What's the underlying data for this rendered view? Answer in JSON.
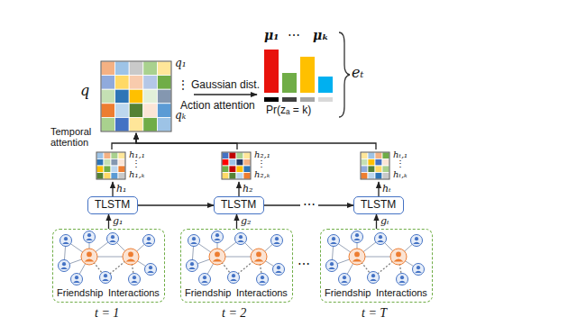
{
  "diagram": {
    "nodes": [
      {
        "text": [
          "q",
          "q₁",
          "⋮",
          "qₖ"
        ]
      },
      {
        "text": [
          "μ₁",
          "⋯",
          "μₖ",
          "Pr(zₐ = k)",
          "eₜ"
        ]
      },
      {
        "text": [
          "h₁,₁",
          "⋮",
          "h₁,ₖ"
        ]
      },
      {
        "text": [
          "h₂,₁",
          "⋮",
          "h₂,ₖ"
        ]
      },
      {
        "text": [
          "hₜ,₁",
          "⋮",
          "hₜ,ₖ"
        ]
      },
      {
        "text": [
          "TLSTM"
        ]
      },
      {
        "text": [
          "TLSTM"
        ]
      },
      {
        "text": [
          "TLSTM"
        ]
      },
      {
        "text": [
          "Friendship",
          "Interactions"
        ]
      },
      {
        "text": [
          "Friendship",
          "Interactions"
        ]
      },
      {
        "text": [
          "Friendship",
          "Interactions"
        ]
      }
    ],
    "edges": [
      {
        "from": 8,
        "to": 5,
        "arrow": "to",
        "label": "g₁"
      },
      {
        "from": 9,
        "to": 6,
        "arrow": "to",
        "label": "g₂"
      },
      {
        "from": 10,
        "to": 7,
        "arrow": "to",
        "label": "gₜ"
      },
      {
        "from": 5,
        "to": 6,
        "arrow": "to"
      },
      {
        "from": 6,
        "to": 7,
        "arrow": "to",
        "label": "⋯"
      },
      {
        "from": 5,
        "to": 2,
        "arrow": "to",
        "label": "h₁"
      },
      {
        "from": 6,
        "to": 3,
        "arrow": "to",
        "label": "h₂"
      },
      {
        "from": 7,
        "to": 4,
        "arrow": "to",
        "label": "hₜ"
      },
      {
        "from": 2,
        "to": 0,
        "arrow": "to"
      },
      {
        "from": 3,
        "to": 0,
        "arrow": "to"
      },
      {
        "from": 4,
        "to": 0,
        "arrow": "to"
      },
      {
        "from": 0,
        "to": 1,
        "arrow": "to",
        "label": "Gaussian dist."
      }
    ],
    "labels": [
      "Temporal attention",
      "Action attention",
      "t = 1",
      "t = 2",
      "t = T",
      "⋯"
    ]
  }
}
